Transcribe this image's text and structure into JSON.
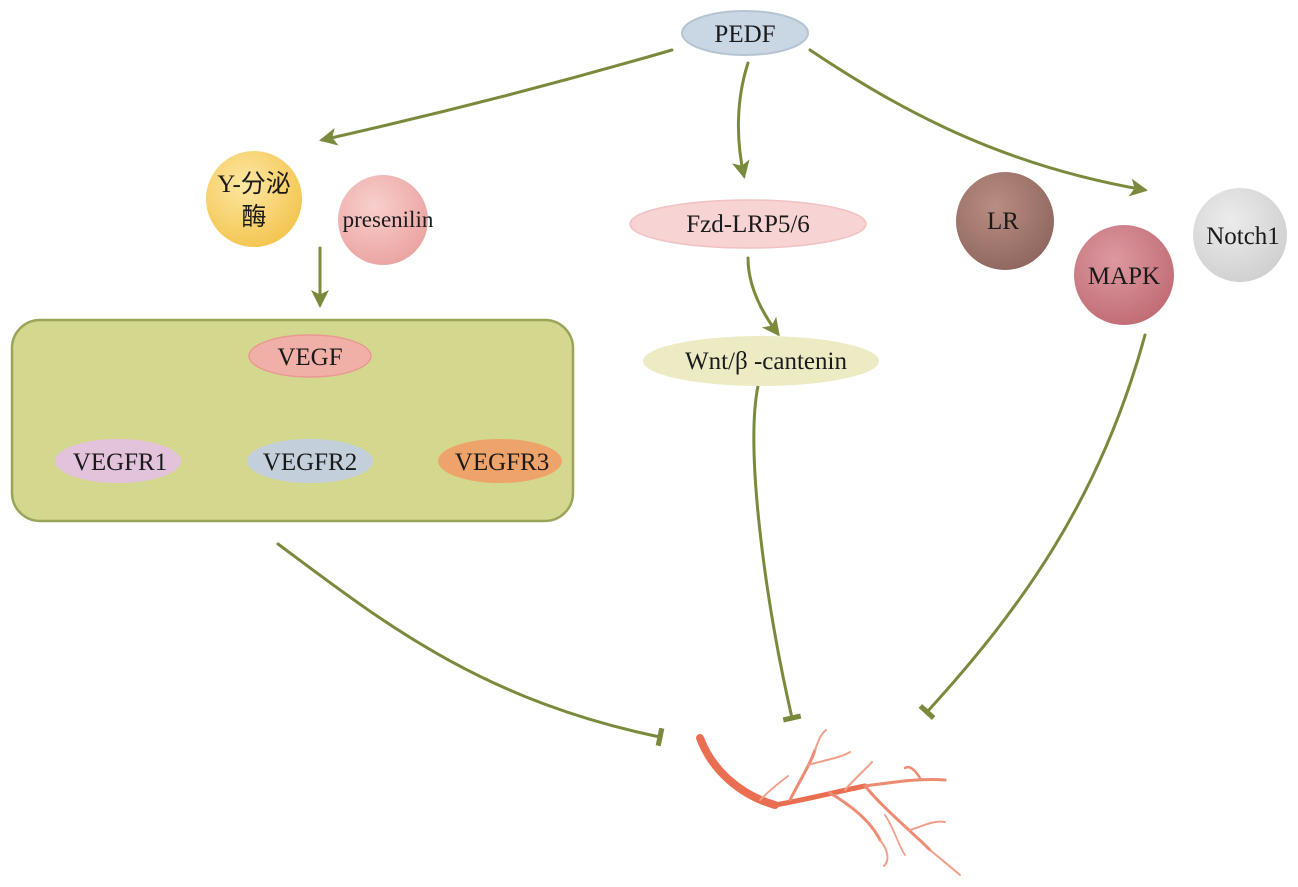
{
  "nodes": {
    "pedf": "PEDF",
    "gamma_secretase_line1": "Y-分泌",
    "gamma_secretase_line2": "酶",
    "presenilin": "presenilin",
    "fzd_lrp": "Fzd-LRP5/6",
    "wnt": "Wnt/β -cantenin",
    "lr": "LR",
    "mapk": "MAPK",
    "notch1": "Notch1",
    "vegf": "VEGF",
    "vegfr1": "VEGFR1",
    "vegfr2": "VEGFR2",
    "vegfr3": "VEGFR3"
  },
  "colors": {
    "edge": "#7a8a3c",
    "vegf_box": "#d4d78e",
    "pedf": "#c9d6e3",
    "gamma_secretase": "#f5cf6a",
    "presenilin": "#f0b3b0",
    "fzd_lrp": "#f7d3d3",
    "wnt": "#ecebc4",
    "lr": "#a57a70",
    "mapk": "#cf7f86",
    "notch1": "#dadada",
    "vegf": "#f0b0a8",
    "vegfr1": "#e3c2dc",
    "vegfr2": "#c3d0dc",
    "vegfr3": "#eea36a",
    "vessel": "#ea6f52"
  },
  "icons": {
    "vessel": "blood-vessel-icon"
  }
}
